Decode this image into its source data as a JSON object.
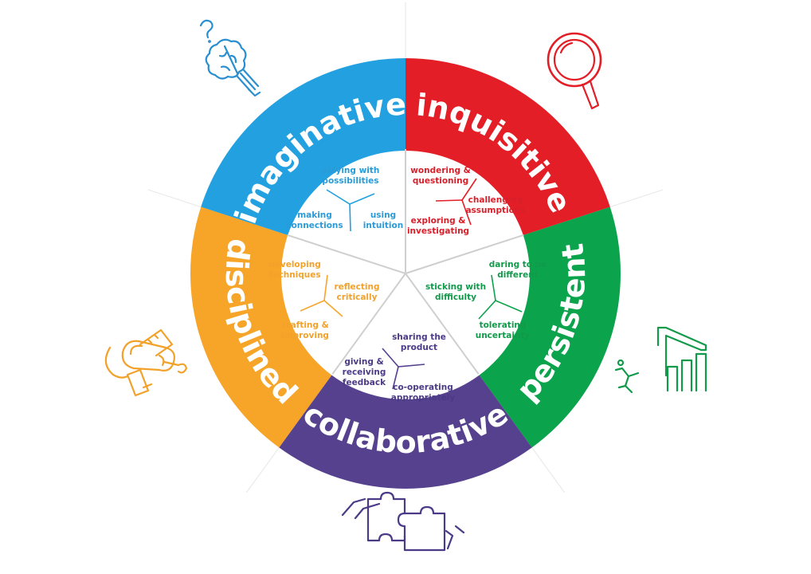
{
  "segments": [
    {
      "label": "imaginative",
      "color": "#23a0e0",
      "items": [
        "playing with",
        "possibilities",
        "making",
        "connections",
        "using",
        "intuition"
      ],
      "icon": "brain-lightbulb-icon"
    },
    {
      "label": "inquisitive",
      "color": "#e31e26",
      "items": [
        "wondering &",
        "questioning",
        "challenging",
        "assumptions",
        "exploring &",
        "investigating"
      ],
      "icon": "magnifying-glass-icon"
    },
    {
      "label": "persistent",
      "color": "#0ba34b",
      "items": [
        "daring to be",
        "different",
        "sticking with",
        "difficulty",
        "tolerating",
        "uncertainty"
      ],
      "icon": "climbing-steps-icon"
    },
    {
      "label": "collaborative",
      "color": "#56418f",
      "items": [
        "sharing the",
        "product",
        "giving &",
        "receiving",
        "feedback",
        "co-operating",
        "appropriately"
      ],
      "icon": "puzzle-hands-icon"
    },
    {
      "label": "disciplined",
      "color": "#f6a528",
      "items": [
        "developing",
        "techniques",
        "reflecting",
        "critically",
        "crafting &",
        "improving"
      ],
      "icon": "tools-icon"
    }
  ]
}
